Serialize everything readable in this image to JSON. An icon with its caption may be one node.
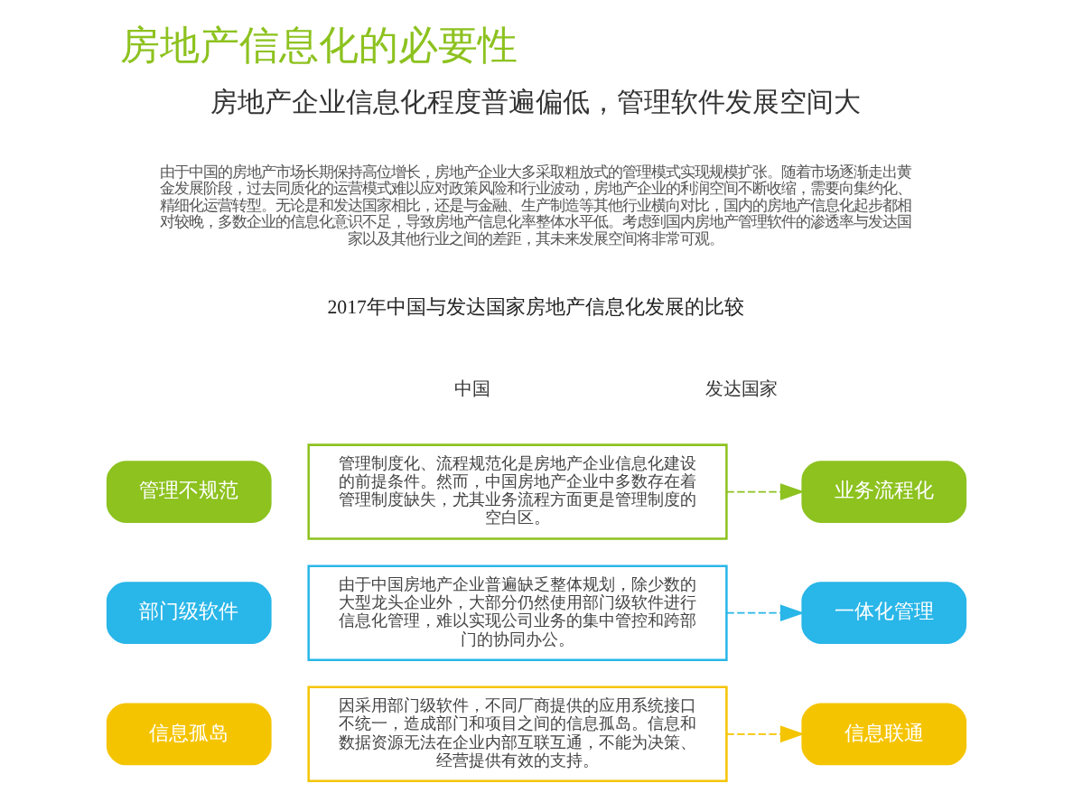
{
  "diagram": {
    "title": "房地产信息化的必要性",
    "nodes": [
      {
        "text": [
          "管理不规范"
        ]
      },
      {
        "text": [
          "管理制度化、流程规范化是房地产企业信息化建设的前提条件。然而，中国房地产企业中多数存在着管理制度缺失，尤其业务流程方面更是管理制度的空白区。"
        ]
      },
      {
        "text": [
          "业务流程化"
        ]
      },
      {
        "text": [
          "部门级软件"
        ]
      },
      {
        "text": [
          "由于中国房地产企业普遍缺乏整体规划，除少数的大型龙头企业外，大部分仍然使用部门级软件进行信息化管理，难以实现公司业务的集中管控和跨部门的协同办公。"
        ]
      },
      {
        "text": [
          "一体化管理"
        ]
      },
      {
        "text": [
          "信息孤岛"
        ]
      },
      {
        "text": [
          "因采用部门级软件，不同厂商提供的应用系统接口不统一，造成部门和项目之间的信息孤岛。信息和数据资源无法在企业内部互联互通，不能为决策、经营提供有效的支持。"
        ]
      },
      {
        "text": [
          "信息联通"
        ]
      }
    ],
    "edges": [
      {
        "from": 1,
        "to": 2,
        "arrow": "to",
        "style": "dashed",
        "color": "#8dc21f"
      },
      {
        "from": 4,
        "to": 5,
        "arrow": "to",
        "style": "dashed",
        "color": "#29b6e8"
      },
      {
        "from": 7,
        "to": 8,
        "arrow": "to",
        "style": "dashed",
        "color": "#f5c400"
      }
    ],
    "labels": [
      "房地产企业信息化程度普遍偏低，管理软件发展空间大",
      "由于中国的房地产市场长期保持高位增长，房地产企业大多采取粗放式的管理模式实现规模扩张。随着市场逐渐走出黄金发展阶段，过去同质化的运营模式难以应对政策风险和行业波动，房地产企业的利润空间不断收缩，需要向集约化、精细化运营转型。无论是和发达国家相比，还是与金融、生产制造等其他行业横向对比，国内的房地产信息化起步都相对较晚，多数企业的信息化意识不足，导致房地产信息化率整体水平低。考虑到国内房地产管理软件的渗透率与发达国家以及其他行业之间的差距，其未来发展空间将非常可观。",
      "2017年中国与发达国家房地产信息化发展的比较",
      "中国",
      "发达国家"
    ]
  }
}
